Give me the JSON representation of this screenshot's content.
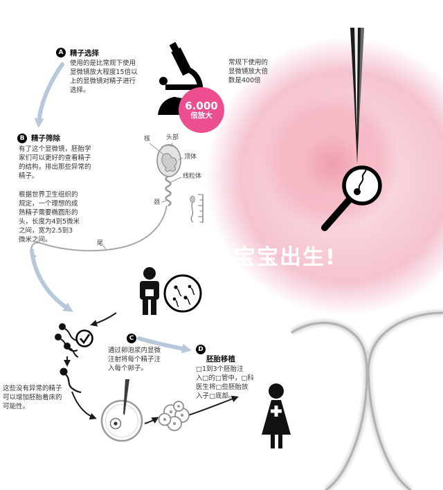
{
  "steps": {
    "a": {
      "marker": "A",
      "title": "精子选择",
      "body": "使用的是比常规下使用\n显微镜放大程度15倍以\n上的显微镜对精子进行\n选择。"
    },
    "b": {
      "marker": "B",
      "title": "精子筛除",
      "body1": "有了这个显微镜，胚胎学\n家们可以更好的查看精子\n的结构，排出那些异常的\n精子。",
      "body2": "根据世界卫生组织的\n规定，一个理想的成\n熟精子需要椭圆形的\n头，长度为4到5微米\n之间，宽为2.5到3\n微米之间。"
    },
    "c": {
      "marker": "C",
      "body": "通过卵泡浆内显微\n注射将每个精子注\n入每个卵子。"
    },
    "d": {
      "marker": "D",
      "title": "胚胎移植",
      "body": "□1到3个胚胎注\n入□的□管中，□科\n医生将□些胚胎放\n入子□底部。"
    }
  },
  "magnification": {
    "value": "6.000",
    "unit": "倍放大",
    "note": "常规下使用的\n显微镜放大倍\n数是400倍"
  },
  "sperm_diagram": {
    "labels": {
      "nucleus": "核",
      "head": "头部",
      "acrosome": "顶体",
      "mitochondria": "线粒体",
      "neck": "颈",
      "tail": "尾"
    }
  },
  "overlay_text": "宝宝出生!",
  "side_note": "这些没有异常的精子\n可以增加胚胎着床的\n可能性。",
  "icons": {
    "microscope": "microscope-icon",
    "magnifier": "magnifier-icon",
    "needle": "injection-needle",
    "check": "check-icon",
    "man": "man-icon",
    "woman": "woman-icon",
    "petri_dish": "petri-dish-icon",
    "embryo": "embryo-icon",
    "uterus": "uterus-illustration"
  },
  "colors": {
    "badge": "#ec4f8f",
    "arrow_flow": "#b6c8da",
    "arrow_process": "#1a1a1a",
    "blob_outer": "#f5c3cf",
    "blob_inner": "#f4b2c0",
    "blob_core": "#ee9daf"
  }
}
